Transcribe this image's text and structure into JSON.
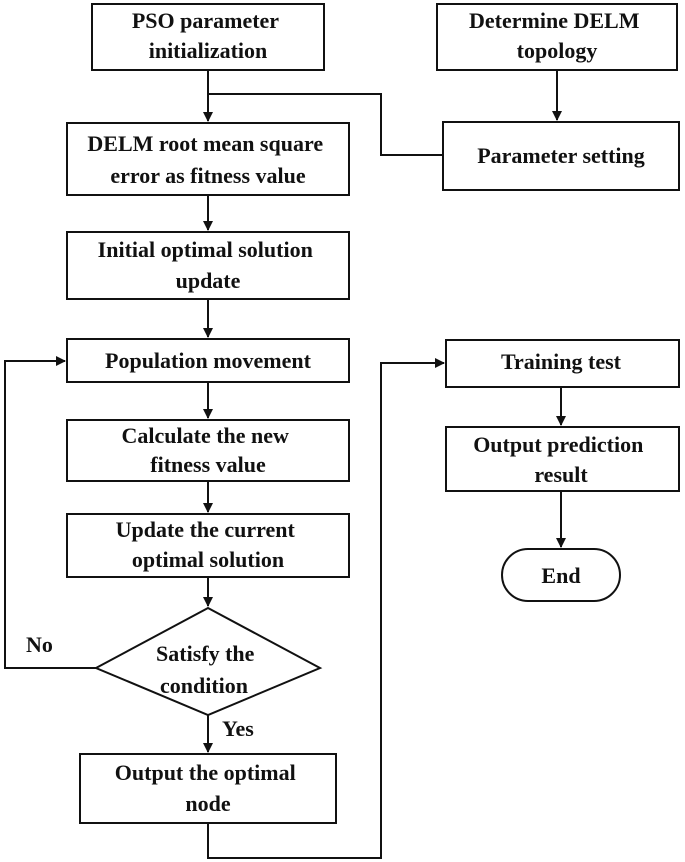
{
  "nodes": {
    "pso_init": {
      "lines": [
        "PSO parameter",
        "initialization"
      ]
    },
    "determine_topology": {
      "lines": [
        "Determine DELM",
        "topology"
      ]
    },
    "parameter_setting": {
      "lines": [
        "Parameter setting"
      ]
    },
    "fitness_value": {
      "lines": [
        "DELM root mean square",
        "error as fitness value"
      ]
    },
    "initial_optimal": {
      "lines": [
        "Initial optimal solution",
        "update"
      ]
    },
    "population_movement": {
      "lines": [
        "Population movement"
      ]
    },
    "calc_fitness": {
      "lines": [
        "Calculate the new",
        "fitness value"
      ]
    },
    "update_current": {
      "lines": [
        "Update the current",
        "optimal solution"
      ]
    },
    "satisfy_condition": {
      "lines": [
        "Satisfy the",
        "condition"
      ]
    },
    "output_optimal": {
      "lines": [
        "Output the optimal",
        "node"
      ]
    },
    "training_test": {
      "lines": [
        "Training test"
      ]
    },
    "output_prediction": {
      "lines": [
        "Output prediction",
        "result"
      ]
    },
    "end": {
      "lines": [
        "End"
      ]
    }
  },
  "edge_labels": {
    "no": "No",
    "yes": "Yes"
  }
}
